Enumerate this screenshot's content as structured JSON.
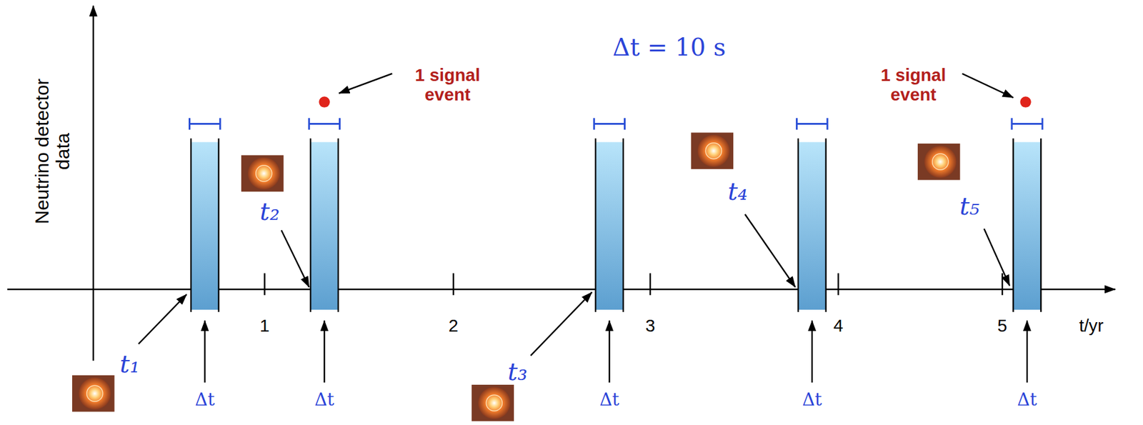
{
  "diagram": {
    "labels": [
      "Neutrino detector data",
      "Δt = 10 s",
      "1 signal event",
      "1 signal event",
      "t₁",
      "t₂",
      "t₃",
      "t₄",
      "t₅",
      "1",
      "2",
      "3",
      "4",
      "5",
      "t/yr",
      "Δt",
      "Δt",
      "Δt",
      "Δt",
      "Δt"
    ]
  }
}
